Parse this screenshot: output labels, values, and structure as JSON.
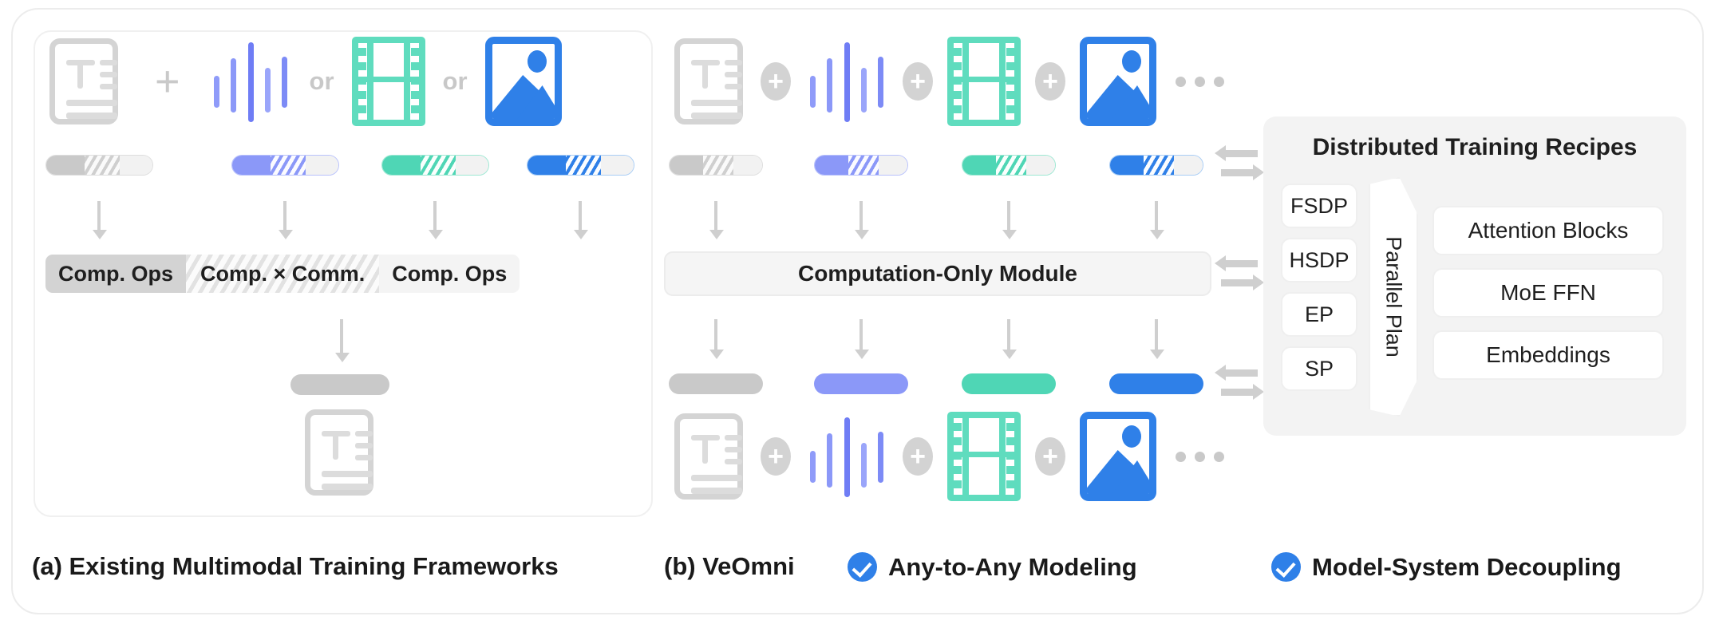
{
  "panel_a": {
    "modalities": [
      "text-document-icon",
      "audio-waveform-icon",
      "film-video-icon",
      "image-picture-icon"
    ],
    "operators": {
      "plus": "+",
      "or": "or"
    },
    "ops_bar": {
      "segments": [
        {
          "label": "Comp. Ops",
          "style": "solid-gray"
        },
        {
          "label": "Comp. × Comm.",
          "style": "hatched"
        },
        {
          "label": "Comp. Ops",
          "style": "light-gray"
        }
      ]
    },
    "caption": "(a) Existing Multimodal Training Frameworks"
  },
  "panel_b": {
    "operators": {
      "plus": "+",
      "ellipsis": "•••"
    },
    "module_label": "Computation-Only Module",
    "caption": "(b) VeOmni",
    "badges": [
      {
        "label": "Any-to-Any Modeling",
        "icon": "check-circle-icon"
      },
      {
        "label": "Model-System Decoupling",
        "icon": "check-circle-icon"
      }
    ]
  },
  "recipes": {
    "title": "Distributed Training Recipes",
    "strategies": [
      "FSDP",
      "HSDP",
      "EP",
      "SP"
    ],
    "plan_label": "Parallel Plan",
    "modules": [
      "Attention Blocks",
      "MoE FFN",
      "Embeddings"
    ]
  },
  "colors": {
    "text_gray": "#c9c9c9",
    "audio_blue": "#8b98f8",
    "video_teal": "#4fd6b5",
    "image_blue": "#2f80e8",
    "accent": "#2f80e8"
  }
}
